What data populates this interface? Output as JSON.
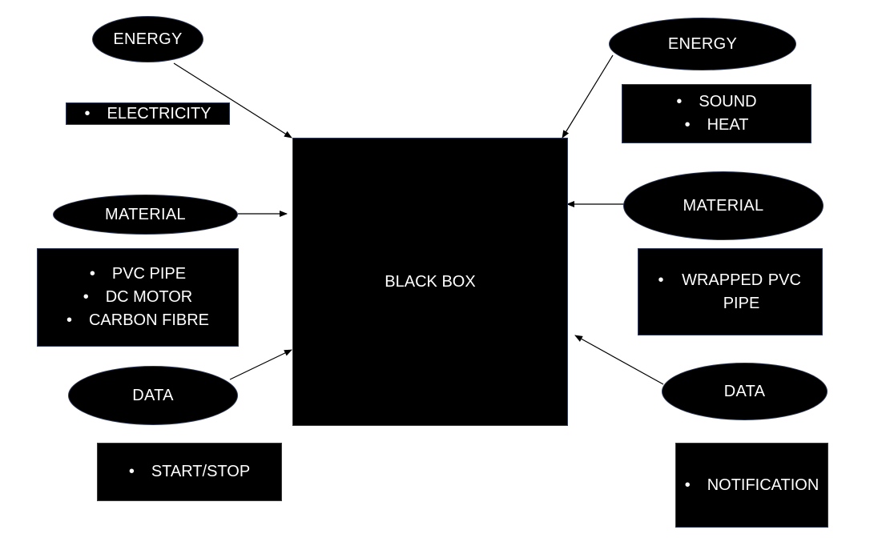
{
  "center": {
    "label": "BLACK BOX"
  },
  "inputs": {
    "energy": {
      "label": "ENERGY",
      "items": [
        "ELECTRICITY"
      ]
    },
    "material": {
      "label": "MATERIAL",
      "items": [
        "PVC PIPE",
        "DC MOTOR",
        "CARBON FIBRE"
      ]
    },
    "data": {
      "label": "DATA",
      "items": [
        "START/STOP"
      ]
    }
  },
  "outputs": {
    "energy": {
      "label": "ENERGY",
      "items": [
        "SOUND",
        "HEAT"
      ]
    },
    "material": {
      "label": "MATERIAL",
      "items": [
        "WRAPPED PVC PIPE"
      ]
    },
    "data": {
      "label": "DATA",
      "items": [
        "NOTIFICATION"
      ]
    }
  },
  "bullet": "•"
}
